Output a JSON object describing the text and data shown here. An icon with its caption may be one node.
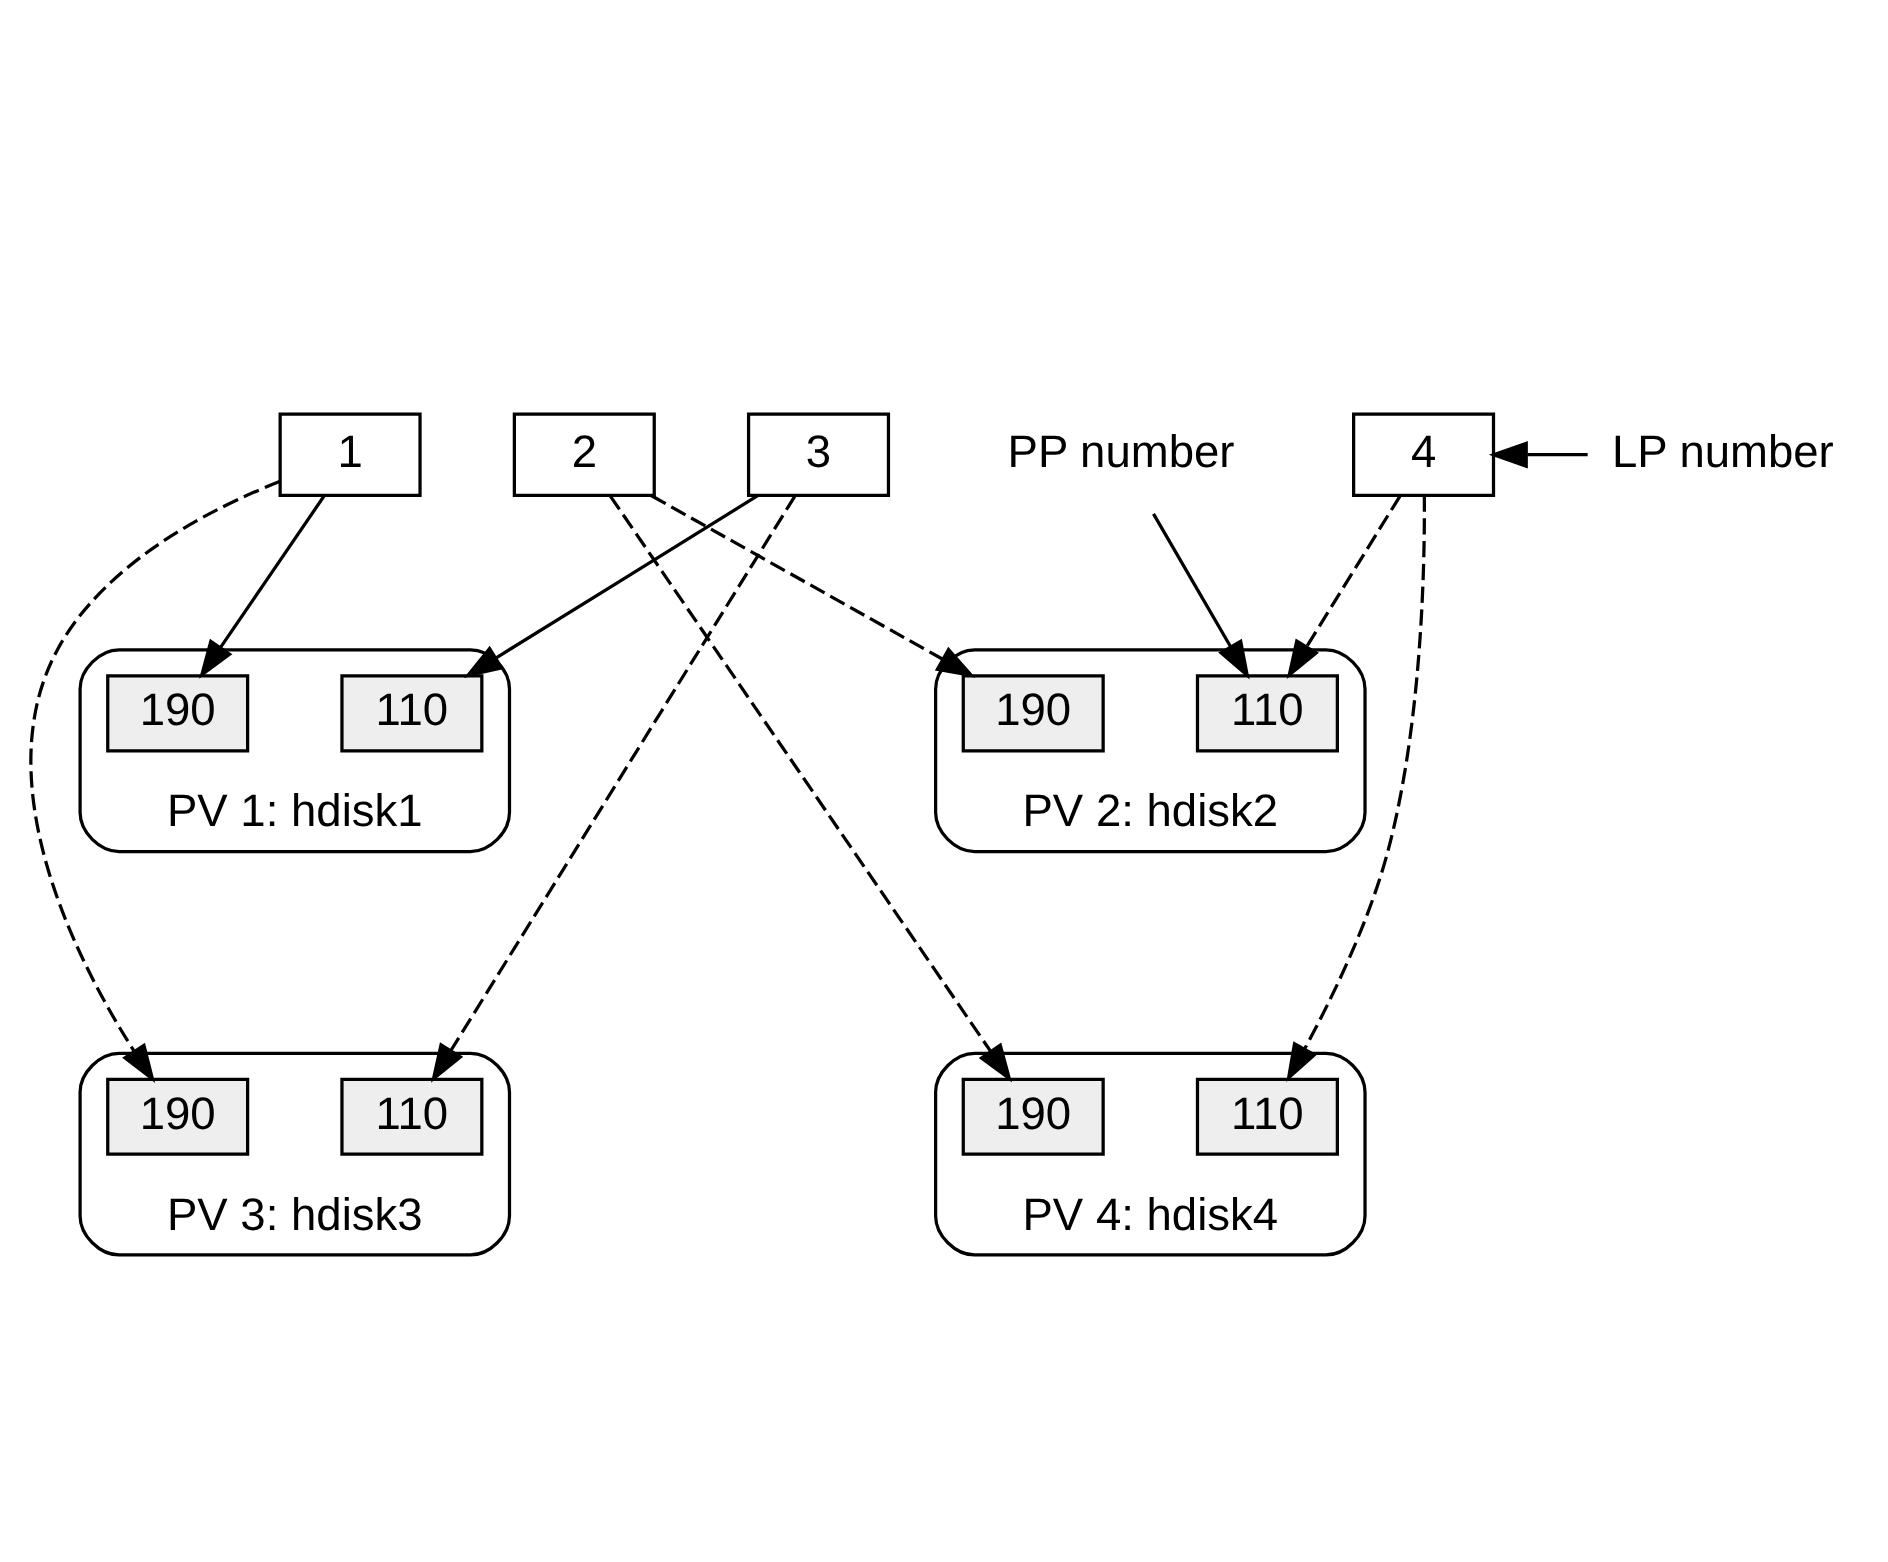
{
  "diagram": {
    "nodes": [
      {
        "text": [
          "1"
        ]
      },
      {
        "text": [
          "2"
        ]
      },
      {
        "text": [
          "3"
        ]
      },
      {
        "text": [
          "4"
        ]
      },
      {
        "text": [
          "LP number"
        ]
      },
      {
        "text": [
          "PV 1: hdisk1"
        ]
      },
      {
        "text": [
          "190"
        ],
        "in": 5
      },
      {
        "text": [
          "110"
        ],
        "in": 5
      },
      {
        "text": [
          "PV 3: hdisk3"
        ]
      },
      {
        "text": [
          "190"
        ],
        "in": 8
      },
      {
        "text": [
          "110"
        ],
        "in": 8
      },
      {
        "text": [
          "PP number"
        ]
      },
      {
        "text": [
          "PV 2: hdisk2"
        ]
      },
      {
        "text": [
          "190"
        ],
        "in": 12
      },
      {
        "text": [
          "110"
        ],
        "in": 12
      },
      {
        "text": [
          "PV 4: hdisk4"
        ]
      },
      {
        "text": [
          "190"
        ],
        "in": 15
      },
      {
        "text": [
          "110"
        ],
        "in": 15
      }
    ],
    "edges": [
      {
        "from": 4,
        "to": 3,
        "arrow": "to"
      },
      {
        "from": 0,
        "to": 6,
        "arrow": "to"
      },
      {
        "from": 2,
        "to": 7,
        "arrow": "to"
      },
      {
        "from": 0,
        "to": 9,
        "arrow": "to",
        "style": "dashed"
      },
      {
        "from": 2,
        "to": 10,
        "arrow": "to",
        "style": "dashed"
      },
      {
        "from": 1,
        "to": 13,
        "arrow": "to",
        "style": "dashed"
      },
      {
        "from": 3,
        "to": 14,
        "arrow": "to",
        "style": "dashed"
      },
      {
        "from": 11,
        "to": 14,
        "arrow": "to"
      },
      {
        "from": 1,
        "to": 16,
        "arrow": "to",
        "style": "dashed"
      },
      {
        "from": 3,
        "to": 17,
        "arrow": "to",
        "style": "dashed"
      }
    ]
  }
}
